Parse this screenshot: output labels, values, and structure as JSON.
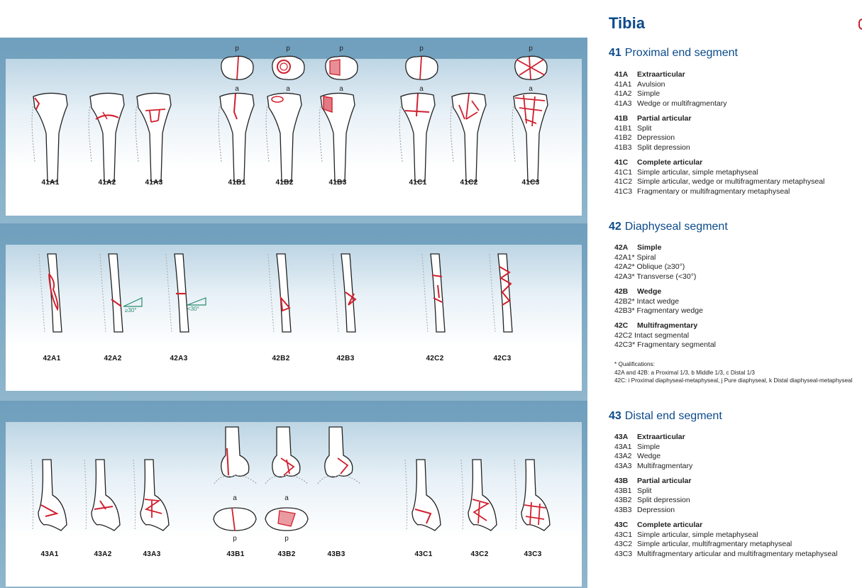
{
  "title": "Tibia",
  "bone_fill": "#ffffff",
  "fracture_color": "#d0202e",
  "accent_color": "#0b4a8b",
  "angle_color": "#2a8c6e",
  "figures": {
    "row41": [
      "41A1",
      "41A2",
      "41A3",
      "41B1",
      "41B2",
      "41B3",
      "41C1",
      "41C2",
      "41C3"
    ],
    "row42": [
      "42A1",
      "42A2",
      "42A3",
      "42B2",
      "42B3",
      "42C2",
      "42C3"
    ],
    "row43": [
      "43A1",
      "43A2",
      "43A3",
      "43B1",
      "43B2",
      "43B3",
      "43C1",
      "43C2",
      "43C3"
    ]
  },
  "view_labels": {
    "p": "p",
    "a": "a"
  },
  "angle_labels": {
    "ge30": "≥30°",
    "lt30": "<30°"
  },
  "segments": [
    {
      "num": "41",
      "name": "Proximal end segment",
      "groups": [
        {
          "code": "41A",
          "name": "Extraarticular",
          "items": [
            [
              "41A1",
              "Avulsion"
            ],
            [
              "41A2",
              "Simple"
            ],
            [
              "41A3",
              "Wedge or multifragmentary"
            ]
          ]
        },
        {
          "code": "41B",
          "name": "Partial articular",
          "items": [
            [
              "41B1",
              "Split"
            ],
            [
              "41B2",
              "Depression"
            ],
            [
              "41B3",
              "Split depression"
            ]
          ]
        },
        {
          "code": "41C",
          "name": "Complete articular",
          "items": [
            [
              "41C1",
              "Simple articular, simple metaphyseal"
            ],
            [
              "41C2",
              "Simple articular, wedge or multifragmentary metaphyseal"
            ],
            [
              "41C3",
              "Fragmentary or multifragmentary metaphyseal"
            ]
          ]
        }
      ]
    },
    {
      "num": "42",
      "name": "Diaphyseal segment",
      "groups": [
        {
          "code": "42A",
          "name": "Simple",
          "items": [
            [
              "42A1*",
              "Spiral"
            ],
            [
              "42A2*",
              "Oblique (≥30°)"
            ],
            [
              "42A3*",
              "Transverse (<30°)"
            ]
          ]
        },
        {
          "code": "42B",
          "name": "Wedge",
          "items": [
            [
              "42B2*",
              "Intact wedge"
            ],
            [
              "42B3*",
              "Fragmentary wedge"
            ]
          ]
        },
        {
          "code": "42C",
          "name": "Multifragmentary",
          "items": [
            [
              "42C2",
              "Intact segmental"
            ],
            [
              "42C3*",
              "Fragmentary segmental"
            ]
          ]
        }
      ],
      "note": {
        "line1": "* Qualifications:",
        "line2": "42A and 42B: a Proximal 1/3, b Middle 1/3, c Distal 1/3",
        "line3": "42C: i Proximal diaphyseal-metaphyseal, j Pure diaphyseal, k Distal diaphyseal-metaphyseal"
      }
    },
    {
      "num": "43",
      "name": "Distal end segment",
      "groups": [
        {
          "code": "43A",
          "name": "Extraarticular",
          "items": [
            [
              "43A1",
              "Simple"
            ],
            [
              "43A2",
              "Wedge"
            ],
            [
              "43A3",
              "Multifragmentary"
            ]
          ]
        },
        {
          "code": "43B",
          "name": "Partial articular",
          "items": [
            [
              "43B1",
              "Split"
            ],
            [
              "43B2",
              "Split depression"
            ],
            [
              "43B3",
              "Depression"
            ]
          ]
        },
        {
          "code": "43C",
          "name": "Complete articular",
          "items": [
            [
              "43C1",
              "Simple articular, simple metaphyseal"
            ],
            [
              "43C2",
              "Simple articular, multifragmentary metaphyseal"
            ],
            [
              "43C3",
              "Multifragmentary articular and multifragmentary metaphyseal"
            ]
          ]
        }
      ]
    }
  ]
}
